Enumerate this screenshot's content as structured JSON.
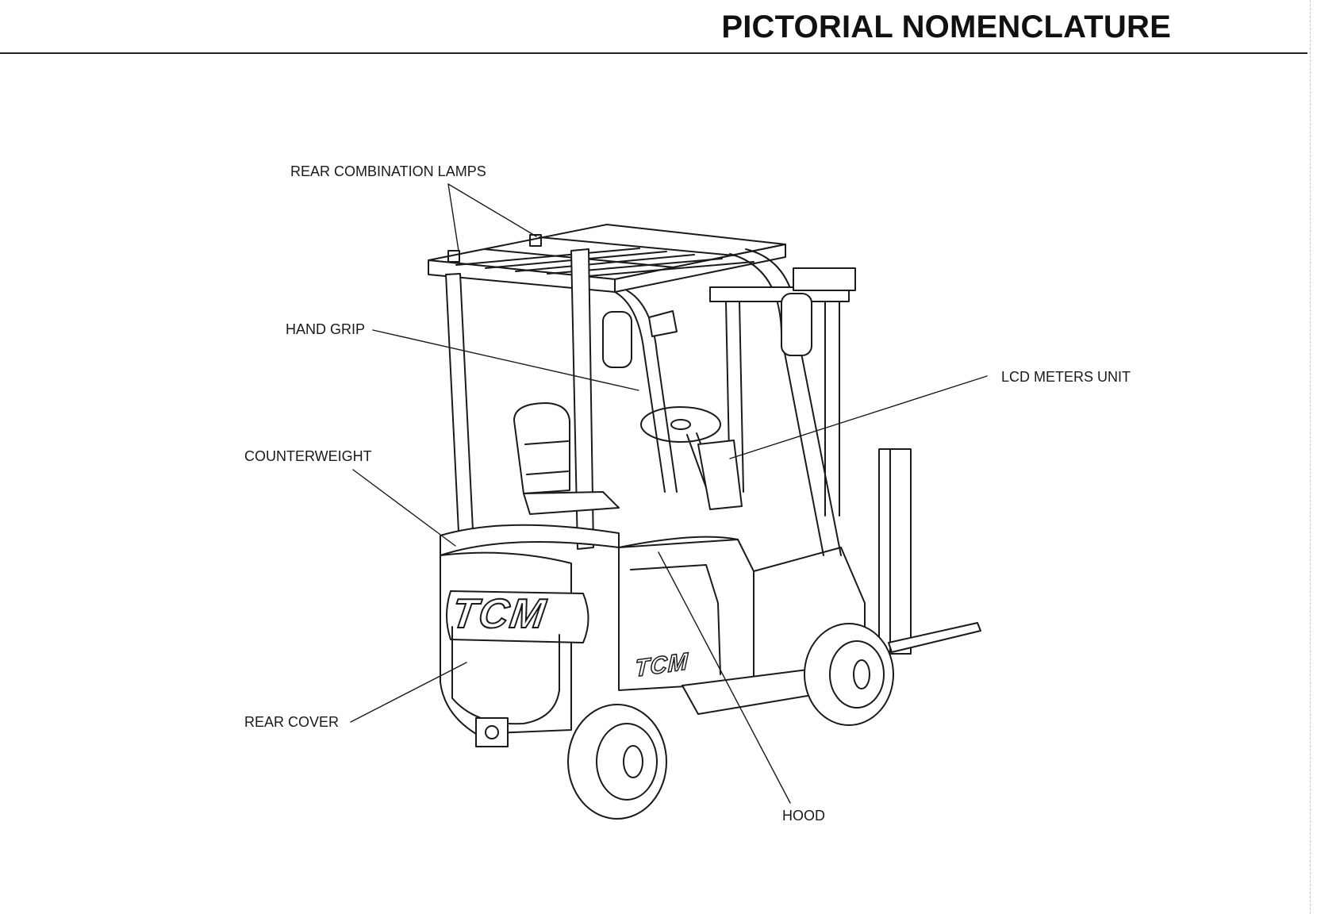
{
  "header": {
    "title": "PICTORIAL NOMENCLATURE"
  },
  "callouts": {
    "rear_combination_lamps": "REAR COMBINATION LAMPS",
    "hand_grip": "HAND GRIP",
    "lcd_meters_unit": "LCD METERS UNIT",
    "counterweight": "COUNTERWEIGHT",
    "rear_cover": "REAR COVER",
    "hood": "HOOD"
  },
  "brand": {
    "logo_text": "TCM"
  },
  "colors": {
    "ink": "#1a1a1a",
    "paper": "#ffffff"
  }
}
